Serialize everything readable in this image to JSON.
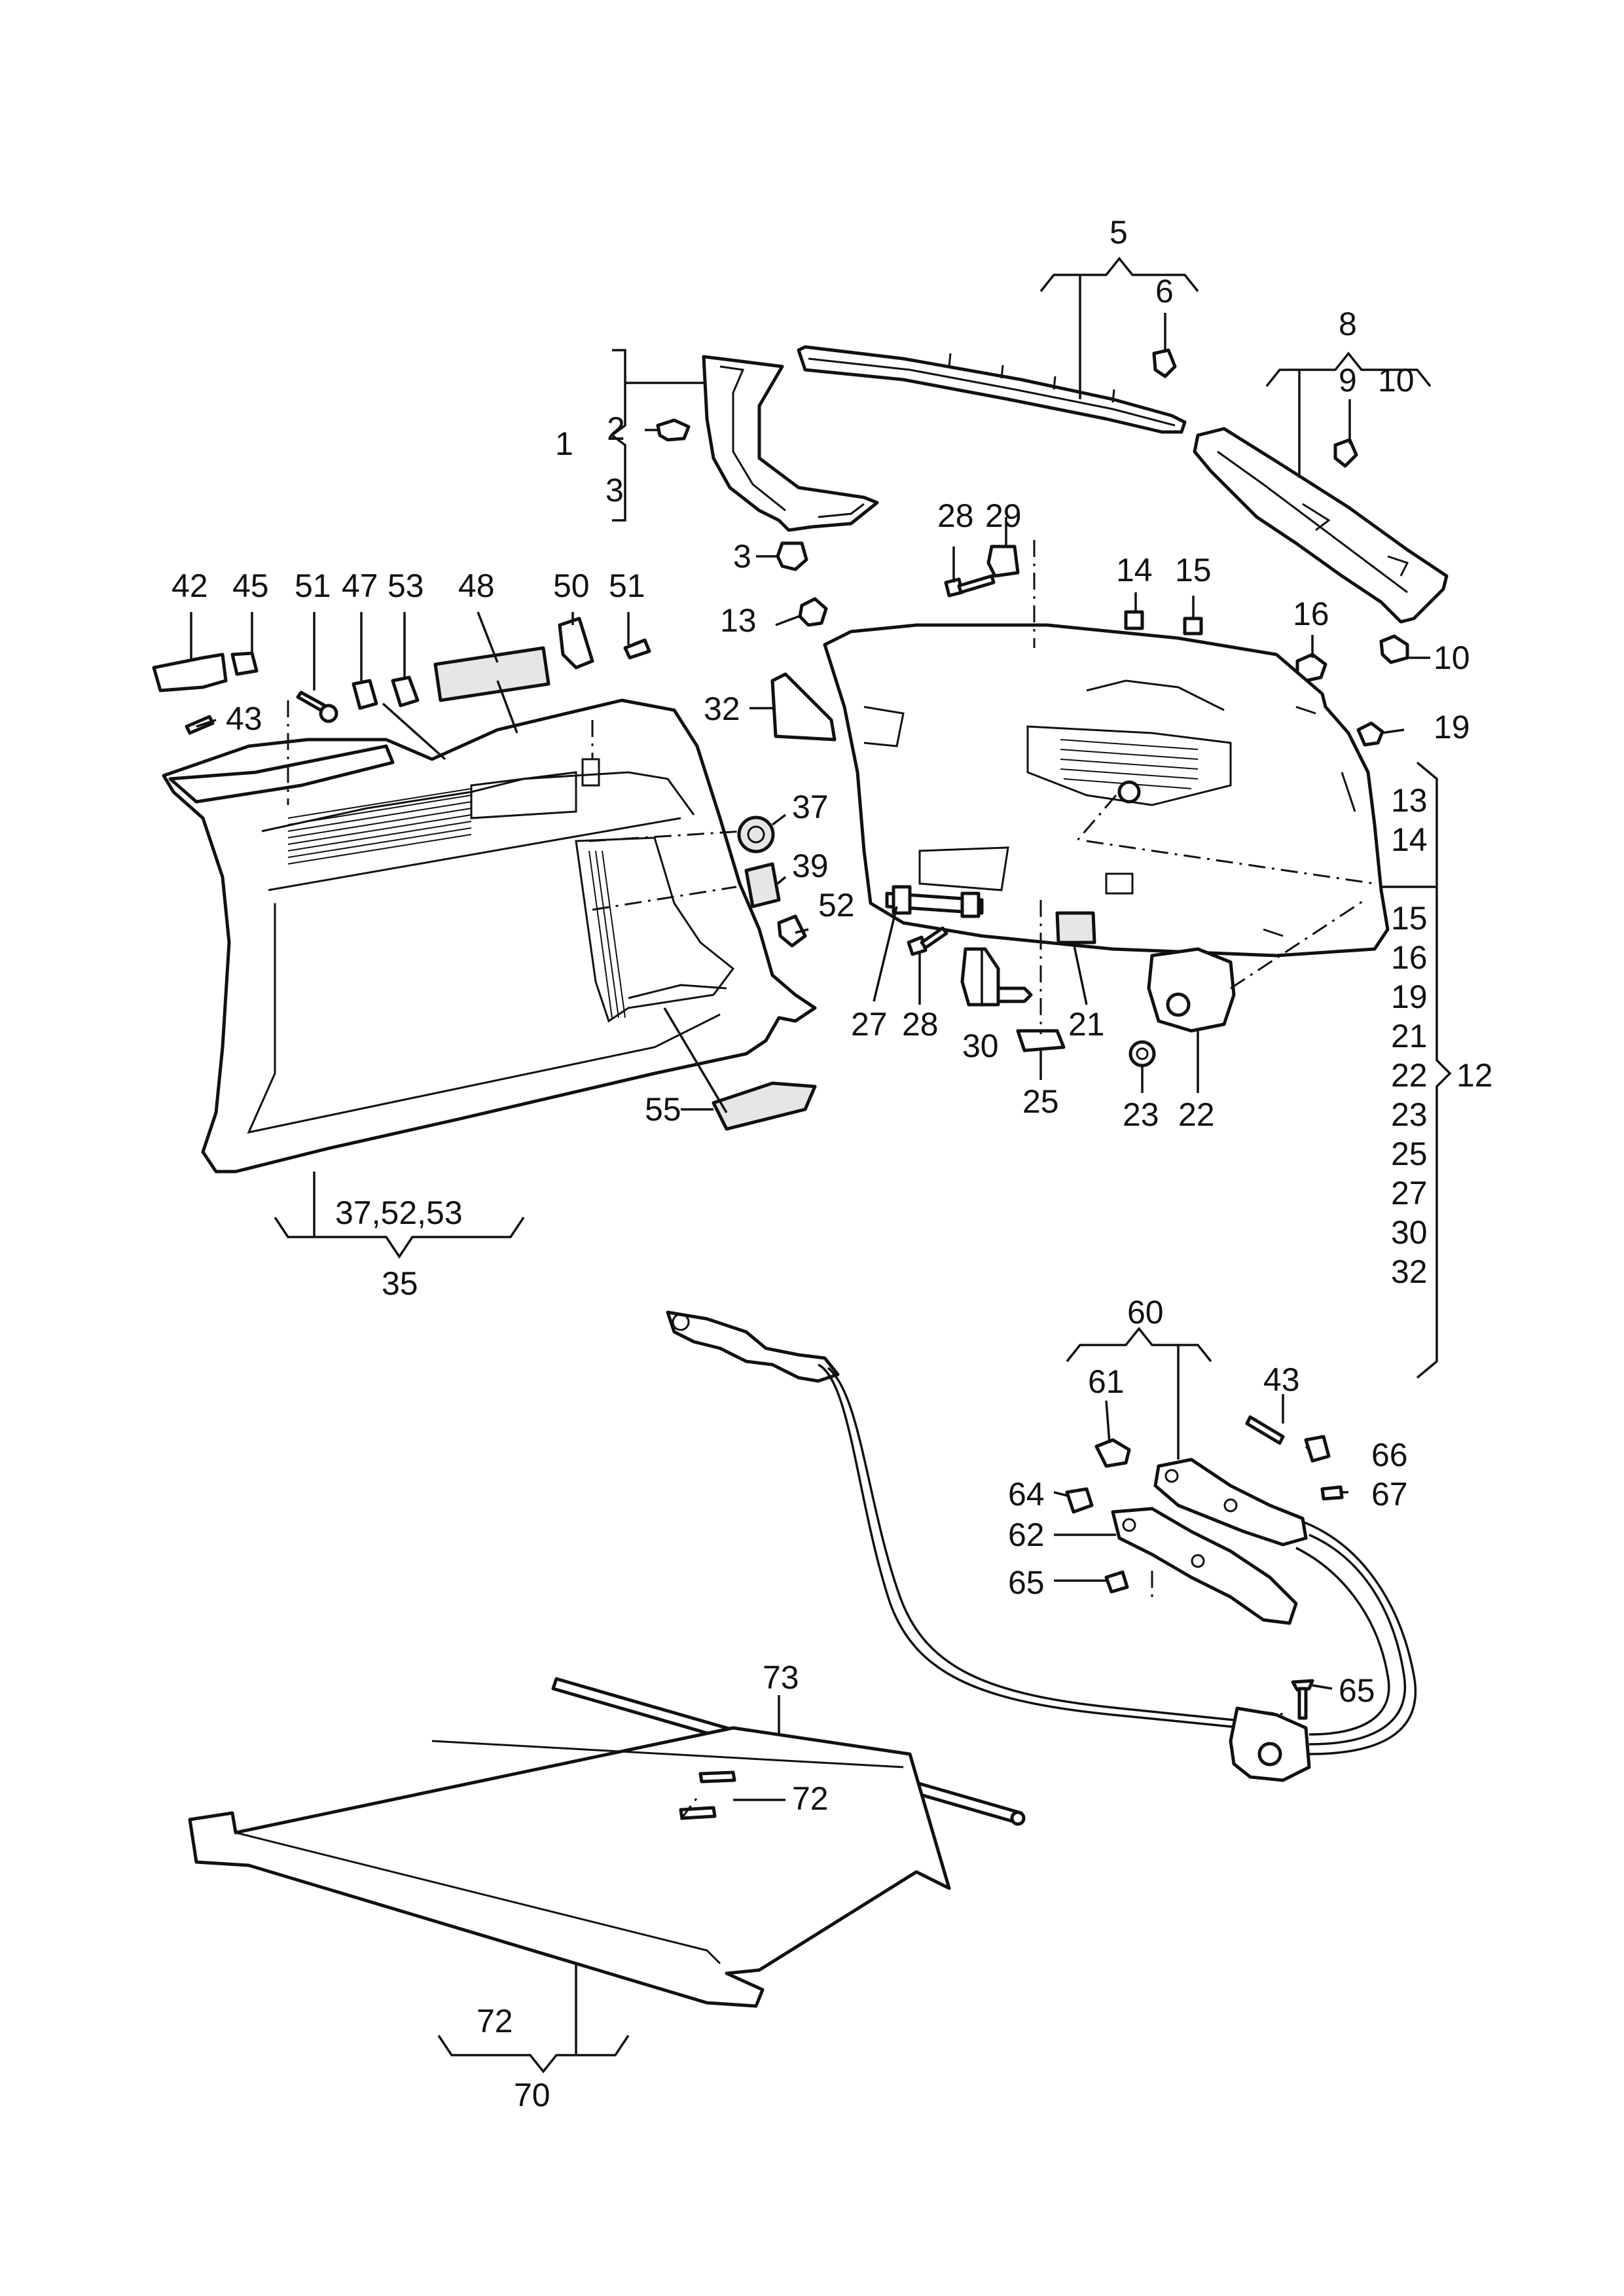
{
  "diagram": {
    "callouts": {
      "c1": "1",
      "c2": "2",
      "c3a": "3",
      "c3b": "3",
      "c5": "5",
      "c6": "6",
      "c8": "8",
      "c9": "9",
      "c10a": "10",
      "c10b": "10",
      "c13": "13",
      "c14": "14",
      "c15": "15",
      "c16": "16",
      "c19": "19",
      "c28a": "28",
      "c29": "29",
      "c32": "32",
      "c42": "42",
      "c45": "45",
      "c51a": "51",
      "c47": "47",
      "c53": "53",
      "c48": "48",
      "c50": "50",
      "c51b": "51",
      "c43a": "43",
      "c37": "37",
      "c39": "39",
      "c52": "52",
      "c55": "55",
      "c27": "27",
      "c28b": "28",
      "c30": "30",
      "c21": "21",
      "c25": "25",
      "c23": "23",
      "c22": "22",
      "c35": "35",
      "c373": "37,52,53",
      "c60": "60",
      "c61": "61",
      "c43b": "43",
      "c66": "66",
      "c67": "67",
      "c64": "64",
      "c62": "62",
      "c65a": "65",
      "c65b": "65",
      "c73": "73",
      "c72a": "72",
      "c72b": "72",
      "c70": "70"
    },
    "group12": {
      "label": "12",
      "items": [
        "13",
        "14",
        "15",
        "16",
        "19",
        "21",
        "22",
        "23",
        "25",
        "27",
        "30",
        "32"
      ]
    }
  }
}
